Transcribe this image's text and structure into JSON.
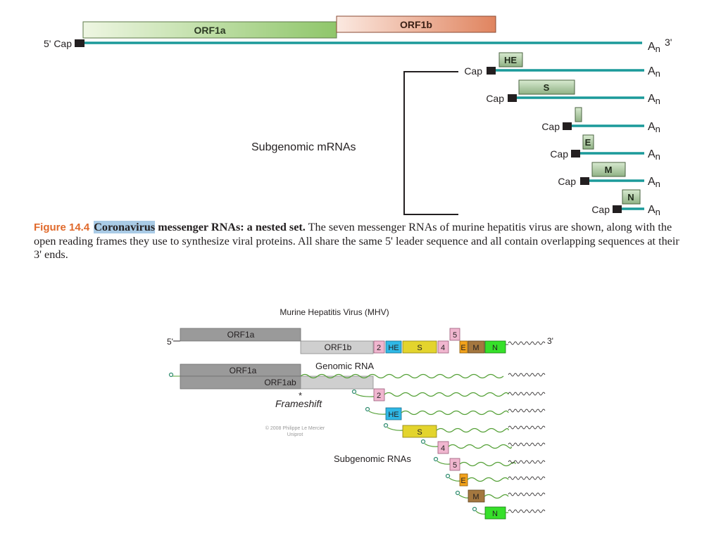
{
  "top": {
    "orf1a": "ORF1a",
    "orf1b": "ORF1b",
    "five_cap": "5' Cap",
    "an": "A",
    "an_sub": "n",
    "three": "3'",
    "cap": "Cap",
    "genes": [
      "HE",
      "S",
      "",
      "E",
      "M",
      "N"
    ],
    "subgenomic_label": "Subgenomic mRNAs"
  },
  "caption": {
    "figure_num": "Figure 14.4",
    "highlight": "Coronavirus",
    "title_rest": " messenger RNAs: a nested set.",
    "body": " The seven messenger RNAs of murine hepatitis virus are shown, along with the open reading frames they use to synthesize viral proteins. All share the same 5' leader sequence and all contain overlapping sequences at their 3' ends."
  },
  "bottom": {
    "title": "Murine Hepatitis Virus (MHV)",
    "five": "5'",
    "three": "3'",
    "orf1a": "ORF1a",
    "orf1b": "ORF1b",
    "orf1ab": "ORF1ab",
    "genes": [
      "2",
      "HE",
      "S",
      "4",
      "5",
      "E",
      "M",
      "N"
    ],
    "genomic_rna": "Genomic RNA",
    "asterisk": "*",
    "frameshift": "Frameshift",
    "copyright": "© 2008 Philippe Le Mercier",
    "uniprot": "Uniprot",
    "subgenomic_label": "Subgenomic RNAs",
    "sub_genes": [
      "2",
      "HE",
      "S",
      "4",
      "5",
      "E",
      "M",
      "N"
    ]
  },
  "colors": {
    "teal": "#1b9a9a",
    "orf1a_fill": "#8fc66a",
    "orf1b_fill": "#e28a6c",
    "gene_green": "#9bbf8f",
    "caption_red": "#e06a2c",
    "caption_highlight": "#a9cbe6",
    "orf_gray_dark": "#9a9a9a",
    "orf_gray_light": "#cfcfcf",
    "gene_pink": "#f0b6cf",
    "gene_cyan": "#2fb8e6",
    "gene_yellow": "#e3d42d",
    "gene_orange": "#f2a21b",
    "gene_brown": "#a4773f",
    "gene_green_bright": "#36e02a",
    "wave_green": "#54a036"
  }
}
